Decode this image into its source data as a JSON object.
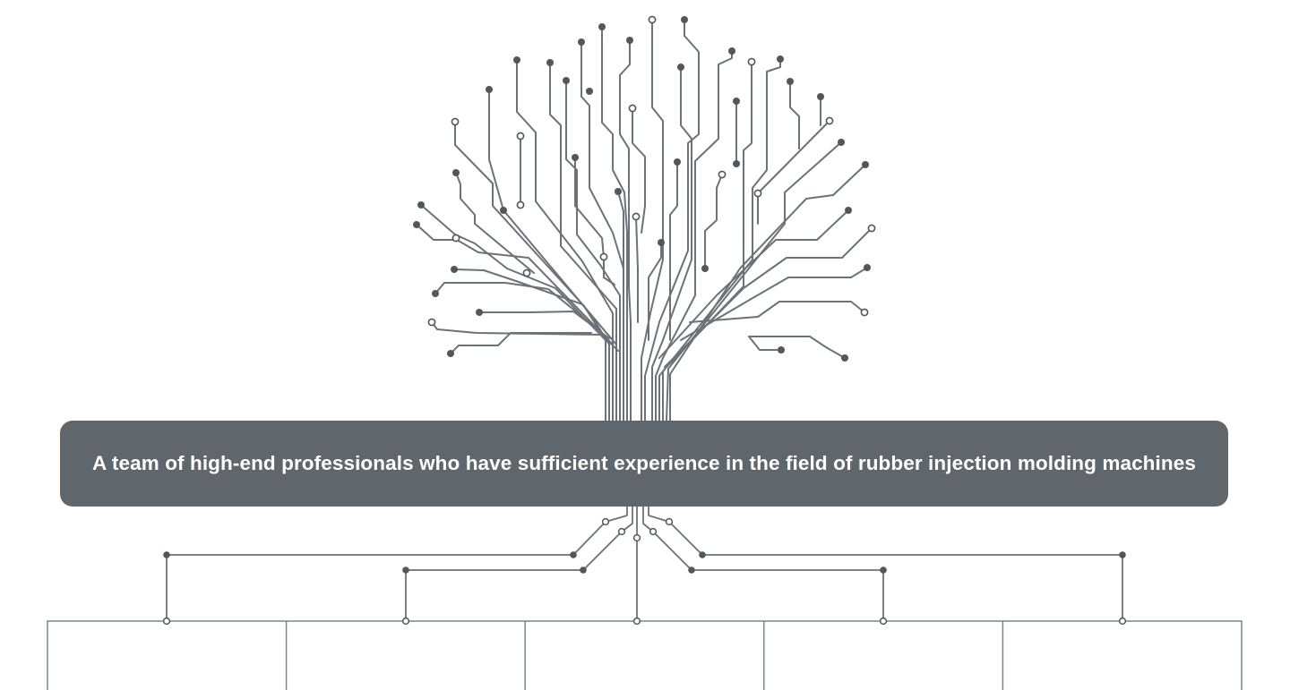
{
  "headline": {
    "text": "A team of high-end professionals who have sufficient experience in the field of rubber injection molding machines"
  },
  "colors": {
    "banner": "#5f676d",
    "banner_text": "#ffffff",
    "line": "#6b7278",
    "node": "#50585e",
    "hollow_fill": "#ffffff",
    "grid": "#7d858b"
  },
  "node_styles": {
    "filled": "solid circuit terminal",
    "hollow": "open circuit terminal"
  },
  "layout": {
    "branch_count": 5,
    "tree_style": "circuit-board tree"
  }
}
